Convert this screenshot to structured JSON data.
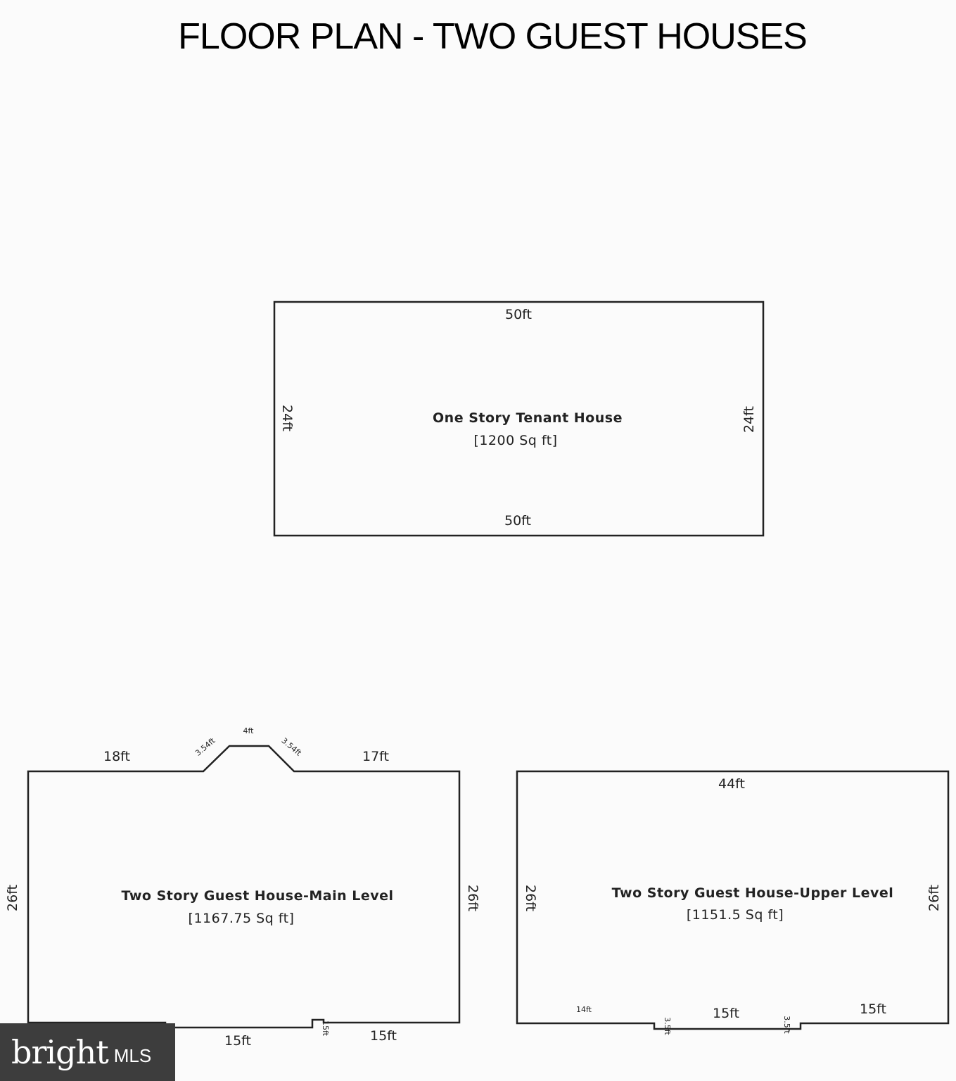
{
  "title": "FLOOR PLAN - TWO GUEST HOUSES",
  "tenant_house": {
    "name": "One Story Tenant House",
    "area": "[1200 Sq ft]",
    "top": "50ft",
    "bottom": "50ft",
    "left": "24ft",
    "right": "24ft"
  },
  "main_level": {
    "name": "Two Story Guest House-Main Level",
    "area": "[1167.75 Sq ft]",
    "top_left": "18ft",
    "bay_left": "3.54ft",
    "bay_top": "4ft",
    "bay_right": "3.54ft",
    "top_right": "17ft",
    "left": "26ft",
    "right": "26ft",
    "bottom_left": "15ft",
    "bottom_step": "15ft",
    "bottom_right": "15ft"
  },
  "upper_level": {
    "name": "Two Story Guest House-Upper Level",
    "area": "[1151.5 Sq ft]",
    "top": "44ft",
    "left": "26ft",
    "right": "26ft",
    "bottom_left": "14ft",
    "bottom_step_left": "3.5ft",
    "bottom_mid": "15ft",
    "bottom_step_right": "3.5ft",
    "bottom_right": "15ft"
  },
  "logo": {
    "mark": "bright",
    "sub": "MLS",
    "icon": "bright-mls-logo"
  }
}
